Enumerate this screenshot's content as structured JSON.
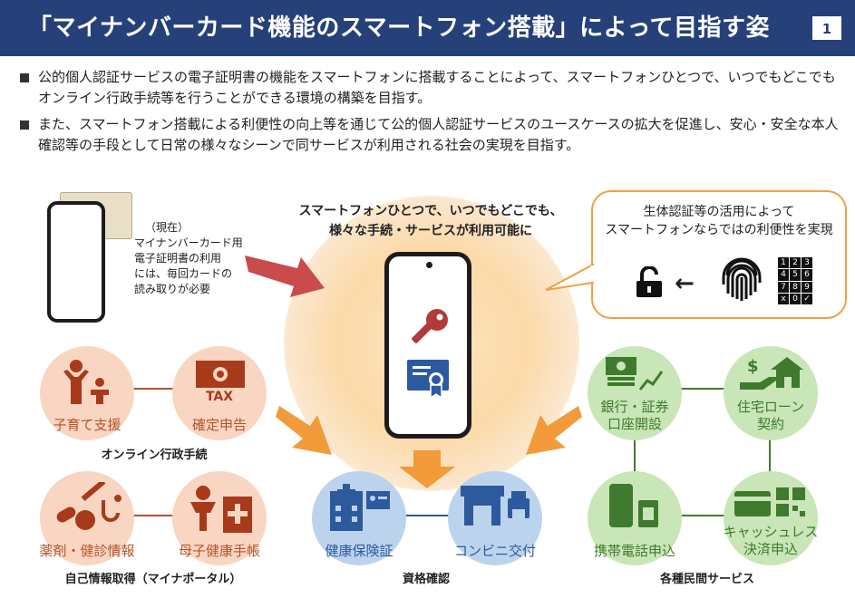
{
  "header": {
    "title": "「マイナンバーカード機能のスマートフォン搭載」によって目指す姿",
    "page_number": "1"
  },
  "bullets": [
    "公的個人認証サービスの電子証明書の機能をスマートフォンに搭載することによって、スマートフォンひとつで、いつでもどこでもオンライン行政手続等を行うことができる環境の構築を目指す。",
    "また、スマートフォン搭載による利便性の向上等を通じて公的個人認証サービスのユースケースの拡大を促進し、安心・安全な本人確認等の手段として日常の様々なシーンで同サービスが利用される社会の実現を目指す。"
  ],
  "center": {
    "caption_line1": "スマートフォンひとつで、いつでもどこでも、",
    "caption_line2": "様々な手続・サービスが利用可能に"
  },
  "present": {
    "line1": "（現在）",
    "line2": "マイナンバーカード用",
    "line3": "電子証明書の利用",
    "line4": "には、毎回カードの",
    "line5": "読み取りが必要"
  },
  "bubble": {
    "line1": "生体認証等の活用によって",
    "line2": "スマートフォンならではの利便性を実現",
    "keypad": [
      "1",
      "2",
      "3",
      "4",
      "5",
      "6",
      "7",
      "8",
      "9",
      "x",
      "0",
      "✓"
    ]
  },
  "services": {
    "childcare": "子育て支援",
    "tax": "確定申告",
    "tax_badge": "TAX",
    "online_admin": "オンライン行政手続",
    "medicine": "薬剤・健診情報",
    "maternal": "母子健康手帳",
    "self_info": "自己情報取得（マイナポータル）",
    "insurance": "健康保険証",
    "convenience": "コンビニ交付",
    "qualification": "資格確認",
    "bank_line1": "銀行・証券",
    "bank_line2": "口座開設",
    "mortgage_line1": "住宅ローン",
    "mortgage_line2": "契約",
    "mobile": "携帯電話申込",
    "cashless_line1": "キャッシュレス",
    "cashless_line2": "決済申込",
    "private": "各種民間サービス"
  },
  "colors": {
    "header_bg": "#26407a",
    "orange_circle": "#f9d6c2",
    "blue_circle": "#bcd3ee",
    "green_circle": "#c9e6b8",
    "arrow_orange": "#f39a3a",
    "arrow_red": "#c94b4b"
  }
}
